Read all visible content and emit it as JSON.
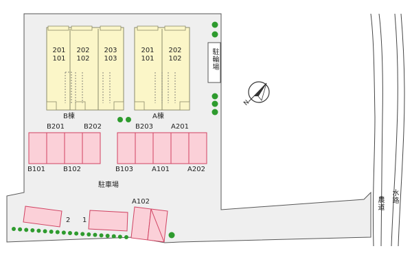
{
  "colors": {
    "lot": "#efefef",
    "lot_stroke": "#555555",
    "building": "#fbf6c8",
    "building_stroke": "#8a8a6a",
    "parking": "#fbd0d8",
    "parking_stroke": "#d04060",
    "tree": "#2e9b2e",
    "road_line": "#444444"
  },
  "buildings": {
    "b": {
      "name": "B棟",
      "units": [
        {
          "upper": "201",
          "lower": "101"
        },
        {
          "upper": "202",
          "lower": "102"
        },
        {
          "upper": "203",
          "lower": "103"
        }
      ]
    },
    "a": {
      "name": "A棟",
      "units": [
        {
          "upper": "201",
          "lower": "101"
        },
        {
          "upper": "202",
          "lower": "102"
        }
      ]
    }
  },
  "bicycle_parking": "駐輪場",
  "compass": "N",
  "parking": {
    "area_label": "駐車場",
    "top_labels": [
      "B201",
      "B202",
      "B203",
      "A201"
    ],
    "bottom_labels": [
      "B101",
      "B102",
      "B103",
      "A101",
      "A202"
    ],
    "lower_labels": [
      "2",
      "1",
      "A102"
    ]
  },
  "roads": {
    "farm_road": "農道",
    "waterway": "水路"
  }
}
